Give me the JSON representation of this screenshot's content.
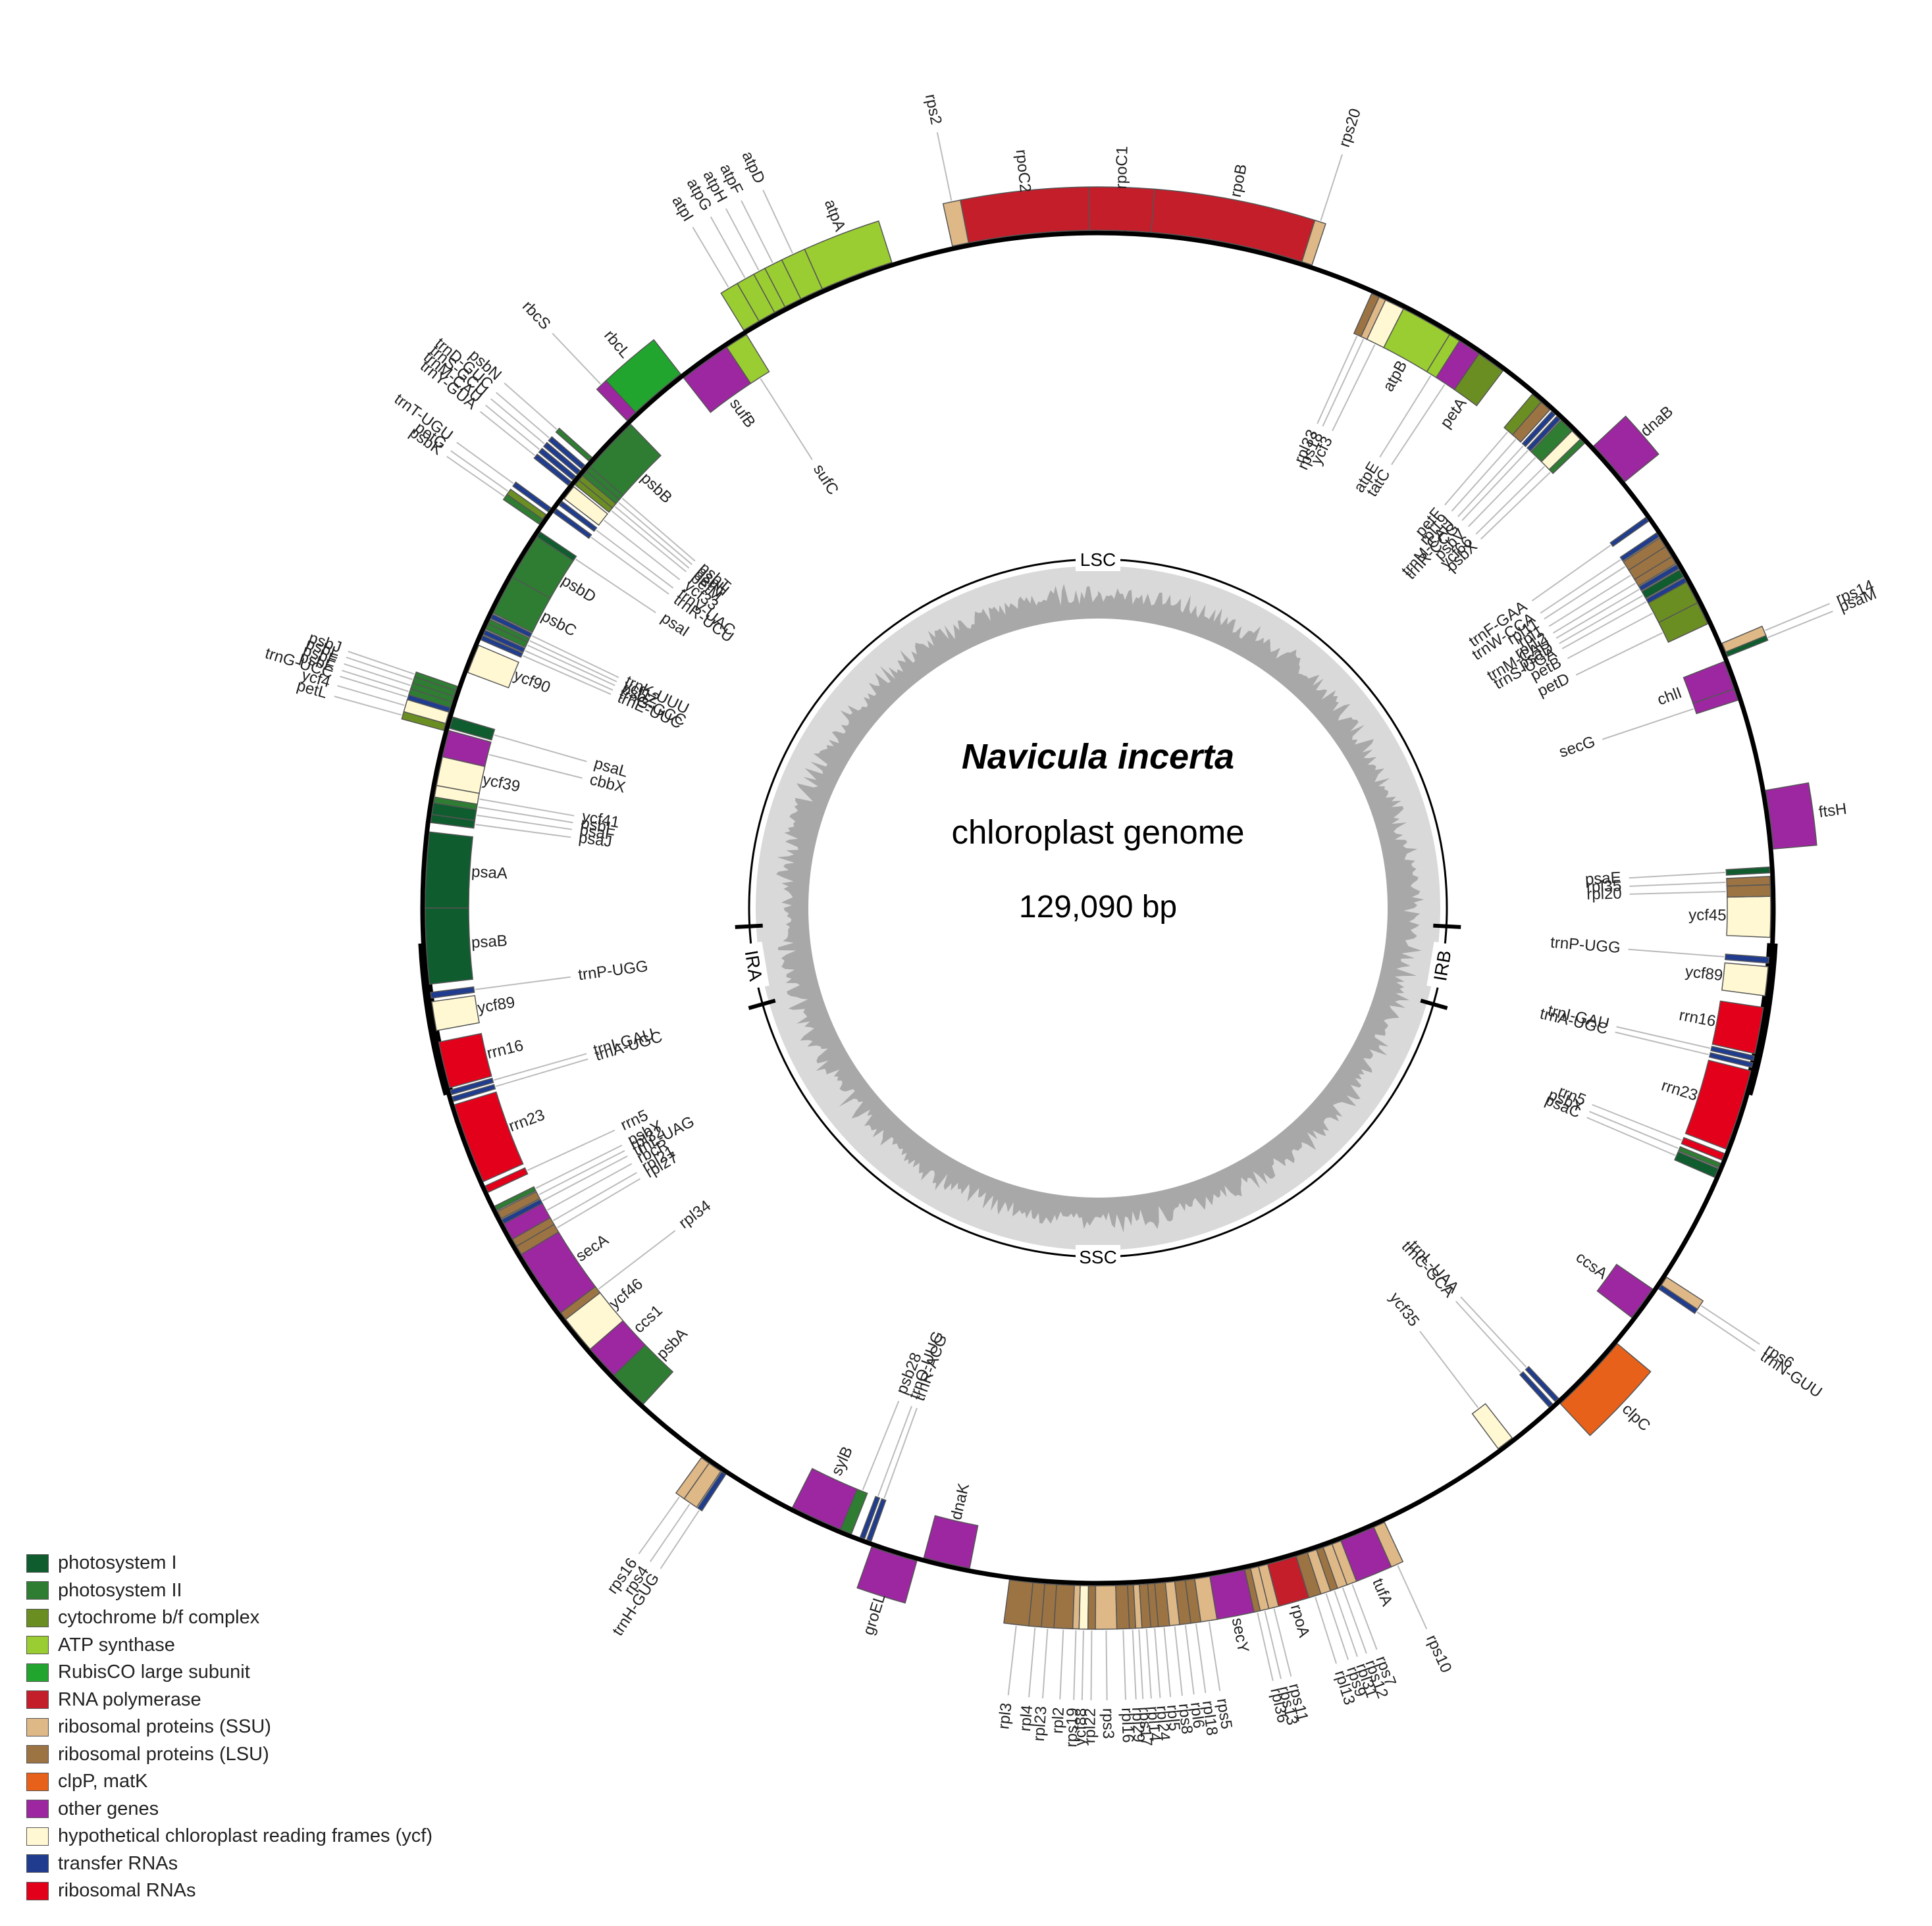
{
  "title": {
    "organism": "Navicula incerta",
    "description": "chloroplast genome",
    "length": "129,090 bp"
  },
  "regions": [
    {
      "name": "LSC",
      "start_deg": 270,
      "end_deg": 450
    },
    {
      "name": "IRB",
      "start_deg": 93,
      "end_deg": 106
    },
    {
      "name": "SSC",
      "start_deg": 106,
      "end_deg": 254
    },
    {
      "name": "IRA",
      "start_deg": 254,
      "end_deg": 267
    }
  ],
  "colors": {
    "psI": "#0f5c2e",
    "psII": "#2e7d32",
    "cytb6f": "#6b8e23",
    "atp": "#9acd32",
    "rbcL": "#22a52f",
    "rnapol": "#c41e2a",
    "ssu": "#deb887",
    "lsu": "#9c7444",
    "clp": "#e8611a",
    "other": "#9c27a0",
    "ycf": "#fff8d2",
    "trna": "#1f3c8f",
    "rrna": "#e3001b"
  },
  "genes": [
    {
      "name": "rps2",
      "cat": "ssu",
      "s": 347.6,
      "e": 349.0,
      "side": "out"
    },
    {
      "name": "rpoC2",
      "cat": "rnapol",
      "s": 349.0,
      "e": 359.3,
      "side": "out"
    },
    {
      "name": "rpoC1",
      "cat": "rnapol",
      "s": 359.3,
      "e": 364.5,
      "side": "out"
    },
    {
      "name": "rpoB",
      "cat": "rnapol",
      "s": 364.5,
      "e": 377.5,
      "side": "out"
    },
    {
      "name": "rps20",
      "cat": "ssu",
      "s": 377.5,
      "e": 378.4,
      "side": "out"
    },
    {
      "name": "atpA",
      "cat": "atp",
      "s": 336.0,
      "e": 342.3,
      "side": "out"
    },
    {
      "name": "atpD",
      "cat": "atp",
      "s": 334.0,
      "e": 336.0,
      "side": "out"
    },
    {
      "name": "atpF",
      "cat": "atp",
      "s": 332.5,
      "e": 334.0,
      "side": "out"
    },
    {
      "name": "atpH",
      "cat": "atp",
      "s": 331.5,
      "e": 332.5,
      "side": "out"
    },
    {
      "name": "atpG",
      "cat": "atp",
      "s": 330.0,
      "e": 331.5,
      "side": "out"
    },
    {
      "name": "atpI",
      "cat": "atp",
      "s": 328.5,
      "e": 330.0,
      "side": "out"
    },
    {
      "name": "sufC",
      "cat": "atp",
      "s": 326.5,
      "e": 328.5,
      "side": "in"
    },
    {
      "name": "sufB",
      "cat": "other",
      "s": 322.0,
      "e": 326.5,
      "side": "in"
    },
    {
      "name": "rbcL",
      "cat": "rbcL",
      "s": 317.0,
      "e": 322.0,
      "side": "out"
    },
    {
      "name": "rbcS",
      "cat": "other",
      "s": 316.0,
      "e": 317.0,
      "side": "out"
    },
    {
      "name": "psbB",
      "cat": "psII",
      "s": 311.0,
      "e": 316.0,
      "side": "in"
    },
    {
      "name": "psbT",
      "cat": "psII",
      "s": 310.5,
      "e": 311.0,
      "side": "in"
    },
    {
      "name": "psbH",
      "cat": "psII",
      "s": 310.0,
      "e": 310.5,
      "side": "in"
    },
    {
      "name": "petN",
      "cat": "cytb6f",
      "s": 309.5,
      "e": 310.0,
      "side": "in"
    },
    {
      "name": "petM",
      "cat": "cytb6f",
      "s": 309.0,
      "e": 309.5,
      "side": "in"
    },
    {
      "name": "ycf33",
      "cat": "ycf",
      "s": 307.5,
      "e": 308.8,
      "side": "in"
    },
    {
      "name": "trnV-UAC",
      "cat": "trna",
      "s": 306.8,
      "e": 307.2,
      "side": "in"
    },
    {
      "name": "trnR-UCU",
      "cat": "trna",
      "s": 306.0,
      "e": 306.4,
      "side": "in"
    },
    {
      "name": "psbN",
      "cat": "psII",
      "s": 311.3,
      "e": 311.7,
      "side": "out"
    },
    {
      "name": "trnD-GUC",
      "cat": "trna",
      "s": 310.4,
      "e": 310.8,
      "side": "out"
    },
    {
      "name": "trnS-GCU",
      "cat": "trna",
      "s": 309.8,
      "e": 310.2,
      "side": "out"
    },
    {
      "name": "trnM-CAU",
      "cat": "trna",
      "s": 309.2,
      "e": 309.6,
      "side": "out"
    },
    {
      "name": "trnY-GUA",
      "cat": "trna",
      "s": 308.6,
      "e": 309.0,
      "side": "out"
    },
    {
      "name": "trnT-UGU",
      "cat": "trna",
      "s": 305.8,
      "e": 306.2,
      "side": "out"
    },
    {
      "name": "petG",
      "cat": "cytb6f",
      "s": 305.0,
      "e": 305.5,
      "side": "out"
    },
    {
      "name": "psbK",
      "cat": "psII",
      "s": 304.5,
      "e": 305.0,
      "side": "out"
    },
    {
      "name": "psaI",
      "cat": "psI",
      "s": 303.5,
      "e": 304.0,
      "side": "in"
    },
    {
      "name": "psbD",
      "cat": "psII",
      "s": 299.5,
      "e": 303.5,
      "side": "in"
    },
    {
      "name": "psbC",
      "cat": "psII",
      "s": 296.0,
      "e": 299.5,
      "side": "in"
    },
    {
      "name": "trnK-UUU",
      "cat": "trna",
      "s": 295.5,
      "e": 295.9,
      "side": "in"
    },
    {
      "name": "ycf12",
      "cat": "psII",
      "s": 295.0,
      "e": 295.4,
      "side": "in"
    },
    {
      "name": "psbZ",
      "cat": "psII",
      "s": 294.5,
      "e": 295.0,
      "side": "in"
    },
    {
      "name": "trnG-GCC",
      "cat": "trna",
      "s": 294.0,
      "e": 294.4,
      "side": "in"
    },
    {
      "name": "trnE-UUC",
      "cat": "trna",
      "s": 293.5,
      "e": 293.9,
      "side": "in"
    },
    {
      "name": "ycf90",
      "cat": "ycf",
      "s": 290.5,
      "e": 293.0,
      "side": "in"
    },
    {
      "name": "psbJ",
      "cat": "psII",
      "s": 288.7,
      "e": 289.1,
      "side": "out"
    },
    {
      "name": "psbL",
      "cat": "psII",
      "s": 288.2,
      "e": 288.7,
      "side": "out"
    },
    {
      "name": "psbF",
      "cat": "psII",
      "s": 287.7,
      "e": 288.2,
      "side": "out"
    },
    {
      "name": "psbE",
      "cat": "psII",
      "s": 287.2,
      "e": 287.7,
      "side": "out"
    },
    {
      "name": "trnG-UCC",
      "cat": "trna",
      "s": 286.8,
      "e": 287.2,
      "side": "out"
    },
    {
      "name": "ycf4",
      "cat": "ycf",
      "s": 285.8,
      "e": 286.8,
      "side": "out"
    },
    {
      "name": "petL",
      "cat": "cytb6f",
      "s": 285.2,
      "e": 285.8,
      "side": "out"
    },
    {
      "name": "psaL",
      "cat": "psI",
      "s": 285.5,
      "e": 286.5,
      "side": "in"
    },
    {
      "name": "cbbX",
      "cat": "other",
      "s": 283.0,
      "e": 285.3,
      "side": "in"
    },
    {
      "name": "ycf39",
      "cat": "ycf",
      "s": 280.5,
      "e": 283.0,
      "side": "in"
    },
    {
      "name": "ycf41",
      "cat": "ycf",
      "s": 279.5,
      "e": 280.5,
      "side": "in"
    },
    {
      "name": "psbI",
      "cat": "psII",
      "s": 279.0,
      "e": 279.5,
      "side": "in"
    },
    {
      "name": "psaF",
      "cat": "psI",
      "s": 278.0,
      "e": 279.0,
      "side": "in"
    },
    {
      "name": "psaJ",
      "cat": "psI",
      "s": 277.3,
      "e": 278.0,
      "side": "in"
    },
    {
      "name": "psaA",
      "cat": "psI",
      "s": 270.0,
      "e": 276.5,
      "side": "in"
    },
    {
      "name": "psaB",
      "cat": "psI",
      "s": 263.5,
      "e": 270.0,
      "side": "in"
    },
    {
      "name": "trnP-UGG",
      "cat": "trna",
      "s": 262.3,
      "e": 262.8,
      "side": "in"
    },
    {
      "name": "ycf89",
      "cat": "ycf",
      "s": 259.5,
      "e": 262.0,
      "side": "in"
    },
    {
      "name": "rrn16",
      "cat": "rrna",
      "s": 254.5,
      "e": 258.5,
      "side": "in"
    },
    {
      "name": "trnI-GAU",
      "cat": "trna",
      "s": 253.9,
      "e": 254.3,
      "side": "in"
    },
    {
      "name": "trnA-UGC",
      "cat": "trna",
      "s": 253.3,
      "e": 253.7,
      "side": "in"
    },
    {
      "name": "rrn23",
      "cat": "rrna",
      "s": 246.0,
      "e": 253.0,
      "side": "in"
    },
    {
      "name": "rrn5",
      "cat": "rrna",
      "s": 245.0,
      "e": 245.6,
      "side": "in"
    },
    {
      "name": "psbY",
      "cat": "psII",
      "s": 243.3,
      "e": 243.7,
      "side": "in"
    },
    {
      "name": "rpl32",
      "cat": "lsu",
      "s": 242.5,
      "e": 243.2,
      "side": "in"
    },
    {
      "name": "trnL-UAG",
      "cat": "trna",
      "s": 242.0,
      "e": 242.4,
      "side": "in"
    },
    {
      "name": "rbcR",
      "cat": "other",
      "s": 240.5,
      "e": 242.0,
      "side": "in"
    },
    {
      "name": "rpl21",
      "cat": "lsu",
      "s": 239.8,
      "e": 240.5,
      "side": "in"
    },
    {
      "name": "rpl27",
      "cat": "lsu",
      "s": 239.0,
      "e": 239.8,
      "side": "in"
    },
    {
      "name": "secA",
      "cat": "other",
      "s": 233.0,
      "e": 239.0,
      "side": "in"
    },
    {
      "name": "rpl34",
      "cat": "lsu",
      "s": 232.3,
      "e": 233.0,
      "side": "in"
    },
    {
      "name": "ycf46",
      "cat": "ycf",
      "s": 229.0,
      "e": 232.3,
      "side": "in"
    },
    {
      "name": "ccs1",
      "cat": "other",
      "s": 226.0,
      "e": 229.0,
      "side": "in"
    },
    {
      "name": "psbA",
      "cat": "psII",
      "s": 222.5,
      "e": 226.0,
      "side": "in"
    },
    {
      "name": "rps16",
      "cat": "ssu",
      "s": 215.0,
      "e": 215.8,
      "side": "out"
    },
    {
      "name": "rps4",
      "cat": "ssu",
      "s": 213.8,
      "e": 215.0,
      "side": "out"
    },
    {
      "name": "trnH-GUG",
      "cat": "trna",
      "s": 213.3,
      "e": 213.7,
      "side": "out"
    },
    {
      "name": "sylB",
      "cat": "other",
      "s": 202.5,
      "e": 207.0,
      "side": "in"
    },
    {
      "name": "psb28",
      "cat": "psII",
      "s": 201.5,
      "e": 202.5,
      "side": "in"
    },
    {
      "name": "trnQ-UUG",
      "cat": "trna",
      "s": 200.3,
      "e": 200.7,
      "side": "in"
    },
    {
      "name": "trnR-ACG",
      "cat": "trna",
      "s": 199.7,
      "e": 200.1,
      "side": "in"
    },
    {
      "name": "groEL",
      "cat": "other",
      "s": 195.5,
      "e": 199.5,
      "side": "out"
    },
    {
      "name": "dnaK",
      "cat": "other",
      "s": 191.0,
      "e": 195.0,
      "side": "in"
    },
    {
      "name": "rpl3",
      "cat": "lsu",
      "s": 185.5,
      "e": 187.5,
      "side": "out"
    },
    {
      "name": "rpl4",
      "cat": "lsu",
      "s": 184.5,
      "e": 185.5,
      "side": "out"
    },
    {
      "name": "rpl23",
      "cat": "lsu",
      "s": 183.5,
      "e": 184.5,
      "side": "out"
    },
    {
      "name": "rpl2",
      "cat": "lsu",
      "s": 182.0,
      "e": 183.5,
      "side": "out"
    },
    {
      "name": "rps19",
      "cat": "ssu",
      "s": 181.5,
      "e": 182.0,
      "side": "out"
    },
    {
      "name": "ycf88",
      "cat": "ycf",
      "s": 180.8,
      "e": 181.5,
      "side": "out"
    },
    {
      "name": "rpl22",
      "cat": "lsu",
      "s": 180.2,
      "e": 180.8,
      "side": "out"
    },
    {
      "name": "rps3",
      "cat": "ssu",
      "s": 178.5,
      "e": 180.2,
      "side": "out"
    },
    {
      "name": "rpl16",
      "cat": "lsu",
      "s": 177.5,
      "e": 178.5,
      "side": "out"
    },
    {
      "name": "rpl29",
      "cat": "lsu",
      "s": 177.0,
      "e": 177.5,
      "side": "out"
    },
    {
      "name": "rps17",
      "cat": "ssu",
      "s": 176.5,
      "e": 177.0,
      "side": "out"
    },
    {
      "name": "rpl14",
      "cat": "lsu",
      "s": 175.8,
      "e": 176.5,
      "side": "out"
    },
    {
      "name": "rpl24",
      "cat": "lsu",
      "s": 175.2,
      "e": 175.8,
      "side": "out"
    },
    {
      "name": "rpl5",
      "cat": "lsu",
      "s": 174.3,
      "e": 175.2,
      "side": "out"
    },
    {
      "name": "rps8",
      "cat": "ssu",
      "s": 173.5,
      "e": 174.3,
      "side": "out"
    },
    {
      "name": "rpl6",
      "cat": "lsu",
      "s": 172.6,
      "e": 173.5,
      "side": "out"
    },
    {
      "name": "rpl18",
      "cat": "lsu",
      "s": 171.8,
      "e": 172.6,
      "side": "out"
    },
    {
      "name": "rps5",
      "cat": "ssu",
      "s": 170.5,
      "e": 171.8,
      "side": "out"
    },
    {
      "name": "secY",
      "cat": "other",
      "s": 167.5,
      "e": 170.5,
      "side": "out"
    },
    {
      "name": "rpl36",
      "cat": "lsu",
      "s": 167.0,
      "e": 167.5,
      "side": "out"
    },
    {
      "name": "rps13",
      "cat": "ssu",
      "s": 166.3,
      "e": 167.0,
      "side": "out"
    },
    {
      "name": "rps11",
      "cat": "ssu",
      "s": 165.5,
      "e": 166.3,
      "side": "out"
    },
    {
      "name": "rpoA",
      "cat": "rnapol",
      "s": 163.0,
      "e": 165.5,
      "side": "out"
    },
    {
      "name": "rpl13",
      "cat": "lsu",
      "s": 162.0,
      "e": 163.0,
      "side": "out"
    },
    {
      "name": "rps9",
      "cat": "ssu",
      "s": 161.2,
      "e": 162.0,
      "side": "out"
    },
    {
      "name": "rpl31",
      "cat": "lsu",
      "s": 160.6,
      "e": 161.2,
      "side": "out"
    },
    {
      "name": "rps12",
      "cat": "ssu",
      "s": 159.8,
      "e": 160.6,
      "side": "out"
    },
    {
      "name": "rps7",
      "cat": "ssu",
      "s": 159.0,
      "e": 159.8,
      "side": "out"
    },
    {
      "name": "tufA",
      "cat": "other",
      "s": 156.0,
      "e": 159.0,
      "side": "out"
    },
    {
      "name": "rps10",
      "cat": "ssu",
      "s": 155.0,
      "e": 156.0,
      "side": "out"
    },
    {
      "name": "ycf35",
      "cat": "ycf",
      "s": 142.0,
      "e": 143.5,
      "side": "in"
    },
    {
      "name": "trnC-GCA",
      "cat": "trna",
      "s": 137.5,
      "e": 137.9,
      "side": "in"
    },
    {
      "name": "trnL-UAA",
      "cat": "trna",
      "s": 136.8,
      "e": 137.2,
      "side": "in"
    },
    {
      "name": "clpC",
      "cat": "clp",
      "s": 130.0,
      "e": 137.0,
      "side": "out"
    },
    {
      "name": "ccsA",
      "cat": "other",
      "s": 124.5,
      "e": 127.5,
      "side": "in"
    },
    {
      "name": "trnN-GUU",
      "cat": "trna",
      "s": 123.8,
      "e": 124.2,
      "side": "out"
    },
    {
      "name": "rps6",
      "cat": "ssu",
      "s": 123.0,
      "e": 123.8,
      "side": "out"
    },
    {
      "name": "psaC",
      "cat": "psI",
      "s": 112.8,
      "e": 113.6,
      "side": "in"
    },
    {
      "name": "psbY",
      "cat": "psII",
      "s": 112.3,
      "e": 112.7,
      "side": "in"
    },
    {
      "name": "rrn5",
      "cat": "rrna",
      "s": 111.4,
      "e": 112.0,
      "side": "in"
    },
    {
      "name": "rrn23",
      "cat": "rrna",
      "s": 104.0,
      "e": 111.0,
      "side": "in"
    },
    {
      "name": "trnA-UGC",
      "cat": "trna",
      "s": 103.3,
      "e": 103.7,
      "side": "in"
    },
    {
      "name": "trnI-GAU",
      "cat": "trna",
      "s": 102.7,
      "e": 103.1,
      "side": "in"
    },
    {
      "name": "rrn16",
      "cat": "rrna",
      "s": 98.5,
      "e": 102.5,
      "side": "in"
    },
    {
      "name": "ycf89",
      "cat": "ycf",
      "s": 95.0,
      "e": 97.5,
      "side": "in"
    },
    {
      "name": "trnP-UGG",
      "cat": "trna",
      "s": 94.2,
      "e": 94.7,
      "side": "in"
    },
    {
      "name": "ycf45",
      "cat": "ycf",
      "s": 89.0,
      "e": 92.5,
      "side": "in"
    },
    {
      "name": "rpl20",
      "cat": "lsu",
      "s": 88.0,
      "e": 89.0,
      "side": "in"
    },
    {
      "name": "rpl35",
      "cat": "lsu",
      "s": 87.3,
      "e": 88.0,
      "side": "in"
    },
    {
      "name": "psaE",
      "cat": "psI",
      "s": 86.5,
      "e": 87.0,
      "side": "in"
    },
    {
      "name": "ftsH",
      "cat": "other",
      "s": 80.0,
      "e": 85.0,
      "side": "out"
    },
    {
      "name": "psaM",
      "cat": "psI",
      "s": 67.8,
      "e": 68.2,
      "side": "out"
    },
    {
      "name": "rps14",
      "cat": "ssu",
      "s": 67.0,
      "e": 67.8,
      "side": "out"
    },
    {
      "name": "chlI",
      "cat": "other",
      "s": 68.5,
      "e": 71.0,
      "side": "in"
    },
    {
      "name": "secG",
      "cat": "other",
      "s": 71.0,
      "e": 72.0,
      "side": "in"
    },
    {
      "name": "petD",
      "cat": "cytb6f",
      "s": 63.0,
      "e": 65.0,
      "side": "in"
    },
    {
      "name": "petB",
      "cat": "cytb6f",
      "s": 61.0,
      "e": 63.0,
      "side": "in"
    },
    {
      "name": "trnS-UGA",
      "cat": "trna",
      "s": 60.6,
      "e": 61.0,
      "side": "in"
    },
    {
      "name": "psaD",
      "cat": "psI",
      "s": 59.8,
      "e": 60.5,
      "side": "in"
    },
    {
      "name": "trnM-CAU",
      "cat": "trna",
      "s": 59.3,
      "e": 59.7,
      "side": "in"
    },
    {
      "name": "rpl12",
      "cat": "lsu",
      "s": 58.5,
      "e": 59.2,
      "side": "in"
    },
    {
      "name": "rpl1",
      "cat": "lsu",
      "s": 57.5,
      "e": 58.5,
      "side": "in"
    },
    {
      "name": "rpl11",
      "cat": "lsu",
      "s": 56.6,
      "e": 57.5,
      "side": "in"
    },
    {
      "name": "trnW-CCA",
      "cat": "trna",
      "s": 56.1,
      "e": 56.5,
      "side": "in"
    },
    {
      "name": "trnF-GAA",
      "cat": "trna",
      "s": 54.5,
      "e": 54.9,
      "side": "in"
    },
    {
      "name": "dnaB",
      "cat": "other",
      "s": 47.0,
      "e": 51.0,
      "side": "out"
    },
    {
      "name": "psbX",
      "cat": "psII",
      "s": 45.8,
      "e": 46.3,
      "side": "in"
    },
    {
      "name": "ycf66",
      "cat": "ycf",
      "s": 44.8,
      "e": 45.8,
      "side": "in"
    },
    {
      "name": "psbV",
      "cat": "psII",
      "s": 43.5,
      "e": 44.8,
      "side": "in"
    },
    {
      "name": "trnR-CCG",
      "cat": "trna",
      "s": 43.0,
      "e": 43.4,
      "side": "in"
    },
    {
      "name": "trnM-CAU",
      "cat": "trna",
      "s": 42.4,
      "e": 42.8,
      "side": "in"
    },
    {
      "name": "rpl19",
      "cat": "lsu",
      "s": 41.2,
      "e": 42.2,
      "side": "in"
    },
    {
      "name": "petF",
      "cat": "cytb6f",
      "s": 40.2,
      "e": 41.2,
      "side": "in"
    },
    {
      "name": "petA",
      "cat": "cytb6f",
      "s": 34.5,
      "e": 37.0,
      "side": "in"
    },
    {
      "name": "tatC",
      "cat": "other",
      "s": 32.5,
      "e": 34.5,
      "side": "in"
    },
    {
      "name": "atpE",
      "cat": "atp",
      "s": 31.5,
      "e": 32.5,
      "side": "in"
    },
    {
      "name": "atpB",
      "cat": "atp",
      "s": 27.0,
      "e": 31.5,
      "side": "in"
    },
    {
      "name": "ycf3",
      "cat": "ycf",
      "s": 25.3,
      "e": 27.0,
      "side": "in"
    },
    {
      "name": "rps18",
      "cat": "ssu",
      "s": 24.7,
      "e": 25.3,
      "side": "in"
    },
    {
      "name": "rpl33",
      "cat": "lsu",
      "s": 24.0,
      "e": 24.7,
      "side": "in"
    }
  ],
  "legend": [
    {
      "cat": "psI",
      "label": "photosystem I"
    },
    {
      "cat": "psII",
      "label": "photosystem II"
    },
    {
      "cat": "cytb6f",
      "label": "cytochrome b/f complex"
    },
    {
      "cat": "atp",
      "label": "ATP synthase"
    },
    {
      "cat": "rbcL",
      "label": "RubisCO large subunit"
    },
    {
      "cat": "rnapol",
      "label": "RNA polymerase"
    },
    {
      "cat": "ssu",
      "label": "ribosomal proteins (SSU)"
    },
    {
      "cat": "lsu",
      "label": "ribosomal proteins (LSU)"
    },
    {
      "cat": "clp",
      "label": "clpP, matK"
    },
    {
      "cat": "other",
      "label": "other genes"
    },
    {
      "cat": "ycf",
      "label": "hypothetical chloroplast reading frames (ycf)"
    },
    {
      "cat": "trna",
      "label": "transfer RNAs"
    },
    {
      "cat": "rrna",
      "label": "ribosomal RNAs"
    }
  ]
}
